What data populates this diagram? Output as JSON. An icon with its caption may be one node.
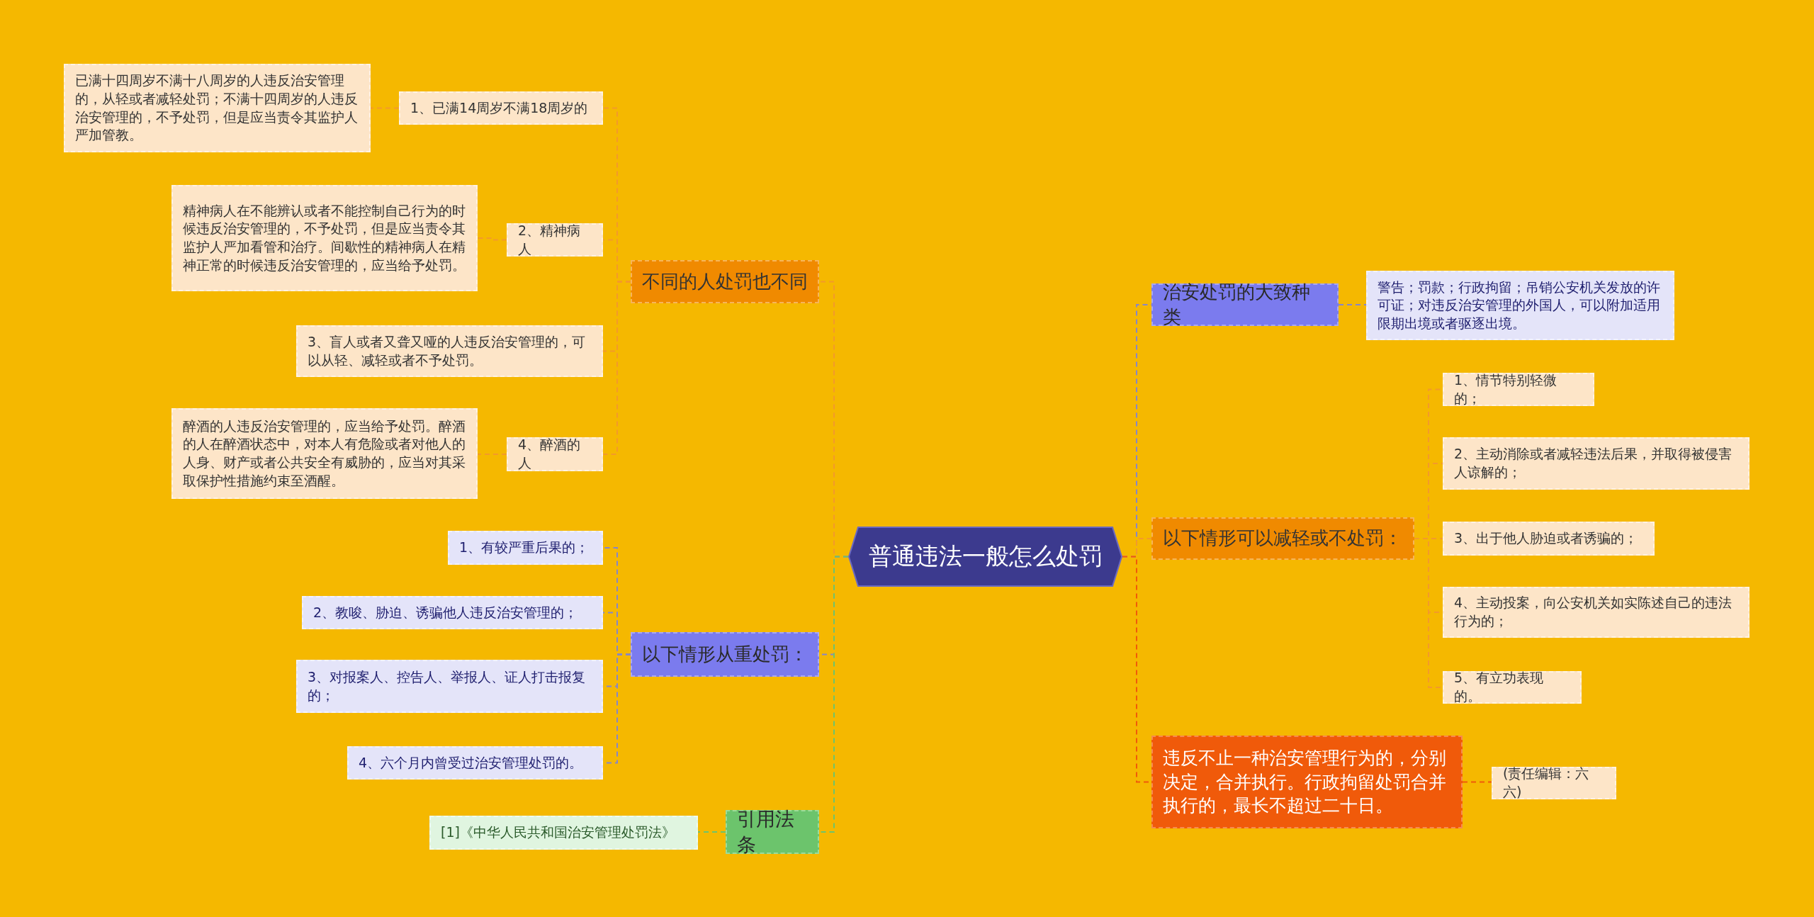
{
  "diagram": {
    "nodes": [
      {
        "text": [
          "普通违法一般怎么处罚"
        ]
      },
      {
        "text": [
          "不同的人处罚也不同"
        ]
      },
      {
        "text": [
          "1、已满14周岁不满18周岁的"
        ]
      },
      {
        "text": [
          "已满十四周岁不满十八周岁的人违反治安管理的，从轻或者减轻处罚；不满十四周岁的人违反治安管理的，不予处罚，但是应当责令其监护人严加管教。"
        ]
      },
      {
        "text": [
          "2、精神病人"
        ]
      },
      {
        "text": [
          "精神病人在不能辨认或者不能控制自己行为的时候违反治安管理的，不予处罚，但是应当责令其监护人严加看管和治疗。间歇性的精神病人在精神正常的时候违反治安管理的，应当给予处罚。"
        ]
      },
      {
        "text": [
          "3、盲人或者又聋又哑的人违反治安管理的，可以从轻、减轻或者不予处罚。"
        ]
      },
      {
        "text": [
          "4、醉酒的人"
        ]
      },
      {
        "text": [
          "醉酒的人违反治安管理的，应当给予处罚。醉酒的人在醉酒状态中，对本人有危险或者对他人的人身、财产或者公共安全有威胁的，应当对其采取保护性措施约束至酒醒。"
        ]
      },
      {
        "text": [
          "以下情形从重处罚："
        ]
      },
      {
        "text": [
          "1、有较严重后果的；"
        ]
      },
      {
        "text": [
          "2、教唆、胁迫、诱骗他人违反治安管理的；"
        ]
      },
      {
        "text": [
          "3、对报案人、控告人、举报人、证人打击报复的；"
        ]
      },
      {
        "text": [
          "4、六个月内曾受过治安管理处罚的。"
        ]
      },
      {
        "text": [
          "引用法条"
        ]
      },
      {
        "text": [
          "[1]《中华人民共和国治安管理处罚法》"
        ]
      },
      {
        "text": [
          "治安处罚的大致种类"
        ]
      },
      {
        "text": [
          "警告；罚款；行政拘留；吊销公安机关发放的许可证；对违反治安管理的外国人，可以附加适用限期出境或者驱逐出境。"
        ]
      },
      {
        "text": [
          "以下情形可以减轻或不处罚："
        ]
      },
      {
        "text": [
          "1、情节特别轻微的；"
        ]
      },
      {
        "text": [
          "2、主动消除或者减轻违法后果，并取得被侵害人谅解的；"
        ]
      },
      {
        "text": [
          "3、出于他人胁迫或者诱骗的；"
        ]
      },
      {
        "text": [
          "4、主动投案，向公安机关如实陈述自己的违法行为的；"
        ]
      },
      {
        "text": [
          "5、有立功表现的。"
        ]
      },
      {
        "text": [
          "违反不止一种治安管理行为的，分别决定，合并执行。行政拘留处罚合并执行的，最长不超过二十日。"
        ]
      },
      {
        "text": [
          "(责任编辑：六六)"
        ]
      }
    ],
    "edges": [
      {
        "from": 0,
        "to": 1,
        "arrow": "none"
      },
      {
        "from": 1,
        "to": 2,
        "arrow": "none"
      },
      {
        "from": 2,
        "to": 3,
        "arrow": "none"
      },
      {
        "from": 1,
        "to": 4,
        "arrow": "none"
      },
      {
        "from": 4,
        "to": 5,
        "arrow": "none"
      },
      {
        "from": 1,
        "to": 6,
        "arrow": "none"
      },
      {
        "from": 1,
        "to": 7,
        "arrow": "none"
      },
      {
        "from": 7,
        "to": 8,
        "arrow": "none"
      },
      {
        "from": 0,
        "to": 9,
        "arrow": "none",
        "color": "#8585cc"
      },
      {
        "from": 9,
        "to": 10,
        "arrow": "none",
        "color": "#8585cc"
      },
      {
        "from": 9,
        "to": 11,
        "arrow": "none",
        "color": "#8585cc"
      },
      {
        "from": 9,
        "to": 12,
        "arrow": "none",
        "color": "#8585cc"
      },
      {
        "from": 9,
        "to": 13,
        "arrow": "none",
        "color": "#8585cc"
      },
      {
        "from": 0,
        "to": 14,
        "arrow": "none",
        "color": "#6cc46c"
      },
      {
        "from": 14,
        "to": 15,
        "arrow": "none",
        "color": "#6cc46c"
      },
      {
        "from": 0,
        "to": 16,
        "arrow": "none",
        "color": "#8585cc"
      },
      {
        "from": 16,
        "to": 17,
        "arrow": "none",
        "color": "#8585cc"
      },
      {
        "from": 0,
        "to": 18,
        "arrow": "none"
      },
      {
        "from": 18,
        "to": 19,
        "arrow": "none"
      },
      {
        "from": 18,
        "to": 20,
        "arrow": "none"
      },
      {
        "from": 18,
        "to": 21,
        "arrow": "none"
      },
      {
        "from": 18,
        "to": 22,
        "arrow": "none"
      },
      {
        "from": 18,
        "to": 23,
        "arrow": "none"
      },
      {
        "from": 0,
        "to": 24,
        "arrow": "none",
        "color": "#f05a0a"
      },
      {
        "from": 24,
        "to": 25,
        "arrow": "none",
        "color": "#f05a0a"
      }
    ]
  }
}
